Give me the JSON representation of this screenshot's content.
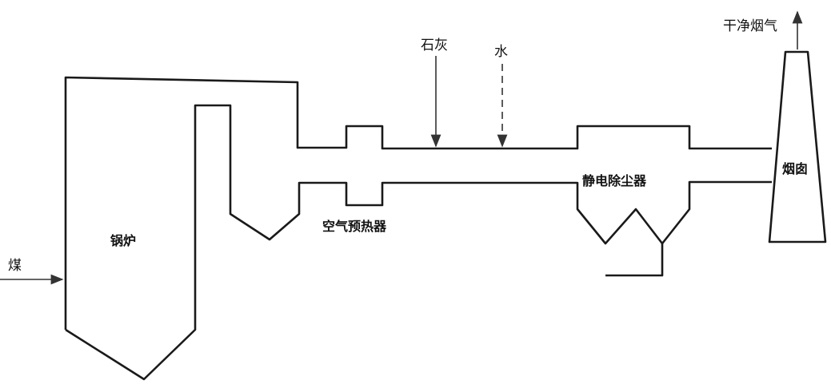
{
  "labels": {
    "clean_flue_gas": "干净烟气",
    "lime": "石灰",
    "water": "水",
    "esp": "静电除尘器",
    "chimney": "烟囱",
    "air_preheater": "空气预热器",
    "boiler": "锅炉",
    "coal": "煤"
  },
  "colors": {
    "line": "#1a1a1a",
    "background": "#ffffff"
  }
}
